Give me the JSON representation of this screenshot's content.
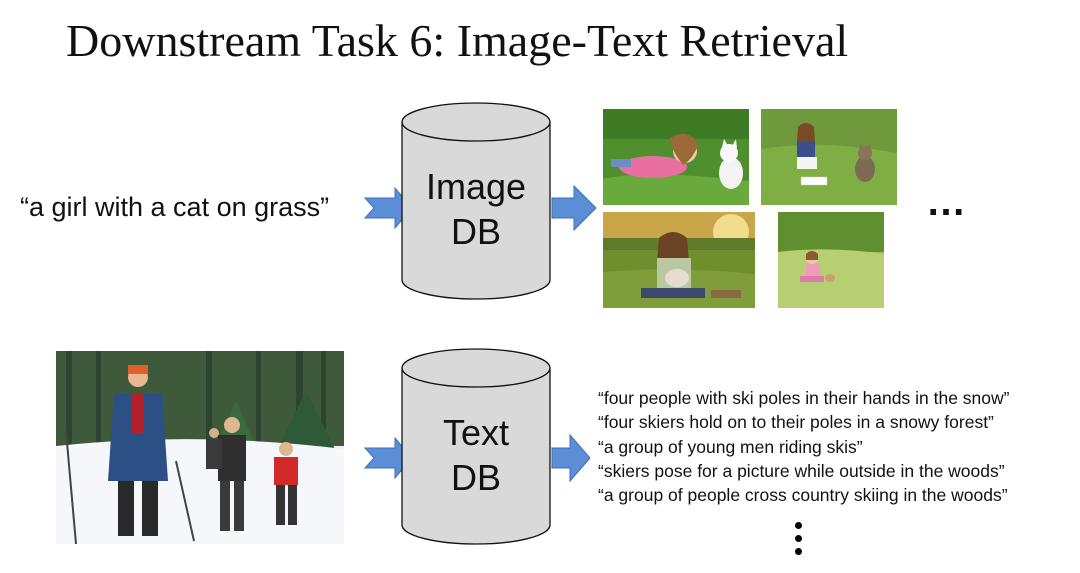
{
  "slide": {
    "title": "Downstream Task 6: Image-Text Retrieval"
  },
  "image_retrieval": {
    "query": "“a girl with a cat on grass”",
    "db_line1": "Image",
    "db_line2": "DB",
    "ellipsis": "…",
    "images": [
      "girl-lying-with-white-cat",
      "girl-reading-with-tabby-cat",
      "woman-holding-cat-at-sunset",
      "child-with-cat-on-grass"
    ]
  },
  "text_retrieval": {
    "db_line1": "Text",
    "db_line2": "DB",
    "captions": [
      "“four people with ski poles in their hands in the snow”",
      "“four skiers hold on to their poles in a snowy forest”",
      "“a group of young men riding skis”",
      "“skiers pose for a picture while outside in the woods”",
      "“a group of people cross country skiing in the woods”"
    ]
  },
  "colors": {
    "arrow_fill": "#5b8ed6",
    "arrow_stroke": "#3e6fb8",
    "cylinder_fill": "#d9d9d9",
    "cylinder_stroke": "#111111"
  }
}
